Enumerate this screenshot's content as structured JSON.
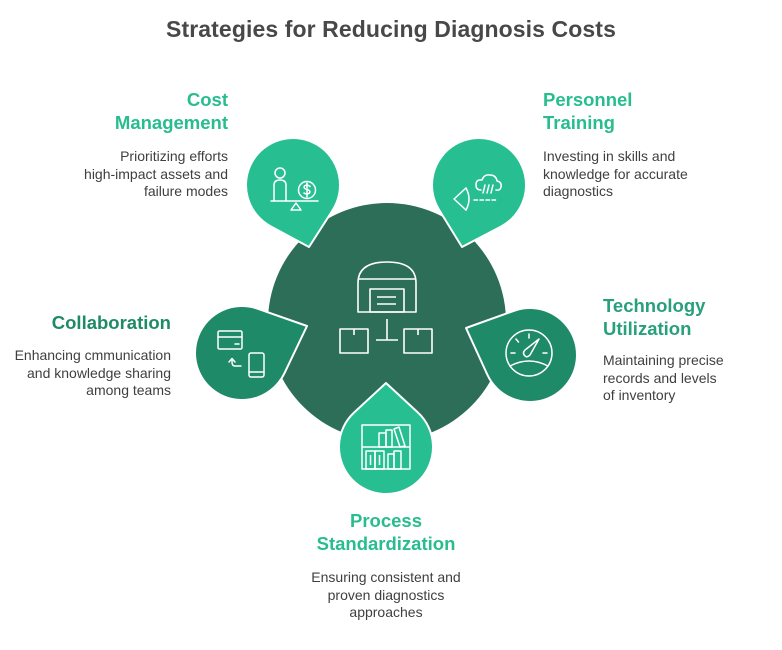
{
  "title": "Strategies for Reducing Diagnosis Costs",
  "colors": {
    "center": "#2c6e57",
    "petal_light": "#27bf91",
    "petal_mid": "#1f8a67",
    "outline": "#ffffff",
    "title_text": "#484848",
    "desc_text": "#3f3f3f"
  },
  "center": {
    "icon": "warehouse-distribution-icon"
  },
  "strategies": [
    {
      "id": "cost-management",
      "heading_lines": [
        "Cost",
        "Management"
      ],
      "description_lines": [
        "Prioritizing efforts",
        "high-impact assets and",
        "failure modes"
      ],
      "icon": "person-balance-dollar-icon",
      "tone": "light"
    },
    {
      "id": "personnel-training",
      "heading_lines": [
        "Personnel",
        "Training"
      ],
      "description_lines": [
        "Investing in skills and",
        "knowledge for accurate",
        "diagnostics"
      ],
      "icon": "eye-rain-cloud-icon",
      "tone": "light"
    },
    {
      "id": "collaboration",
      "heading_lines": [
        "Collaboration"
      ],
      "description_lines": [
        "Enhancing cmmunication",
        "and knowledge sharing",
        "among teams"
      ],
      "icon": "card-to-phone-icon",
      "tone": "mid"
    },
    {
      "id": "technology-utilization",
      "heading_lines": [
        "Technology",
        "Utilization"
      ],
      "description_lines": [
        "Maintaining precise",
        "records and levels",
        "of inventory"
      ],
      "icon": "speedometer-icon",
      "tone": "mid"
    },
    {
      "id": "process-standardization",
      "heading_lines": [
        "Process",
        "Standardization"
      ],
      "description_lines": [
        "Ensuring consistent and",
        "proven diagnostics",
        "approaches"
      ],
      "icon": "bookshelf-icon",
      "tone": "light"
    }
  ]
}
